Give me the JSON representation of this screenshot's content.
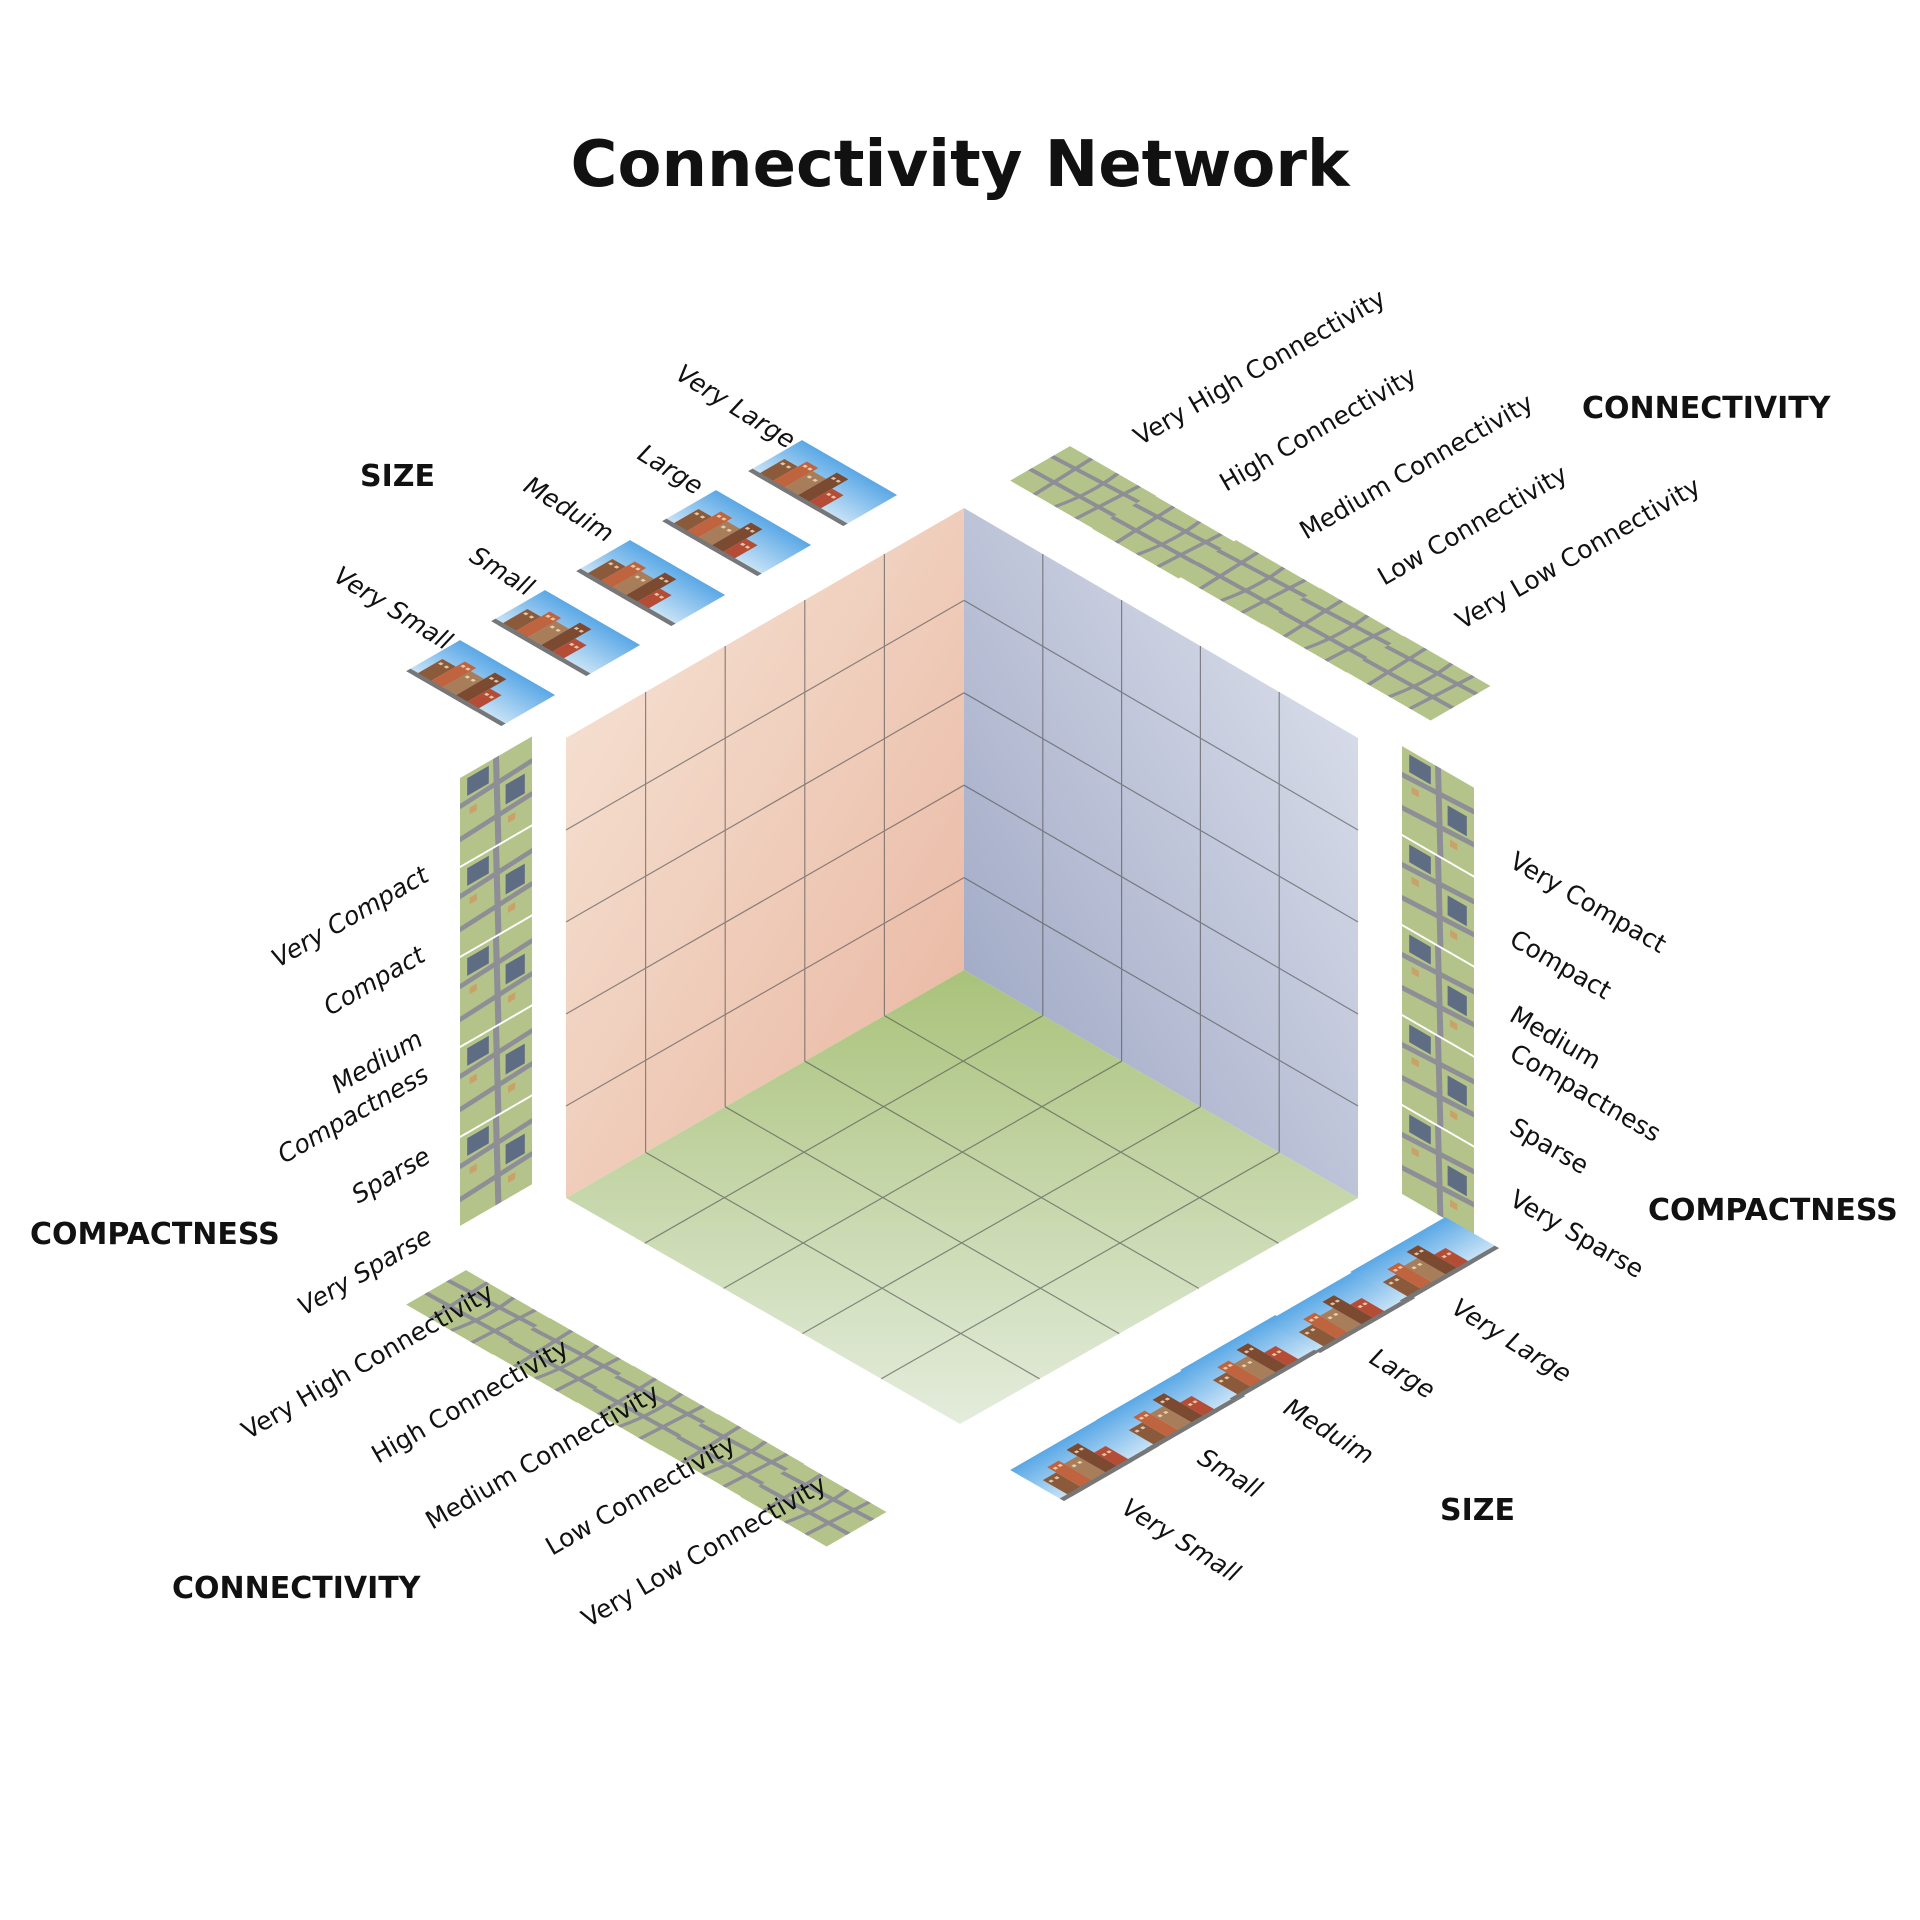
{
  "title": "Connectivity Network",
  "axes": {
    "size_top": "SIZE",
    "connectivity_top": "CONNECTIVITY",
    "compactness_left": "COMPACTNESS",
    "compactness_right": "COMPACTNESS",
    "connectivity_bottom": "CONNECTIVITY",
    "size_bottom": "SIZE"
  },
  "size_levels": [
    "Very Small",
    "Small",
    "Meduim",
    "Large",
    "Very Large"
  ],
  "connectivity_levels": [
    "Very High Connectivity",
    "High Connectivity",
    "Medium Connectivity",
    "Low Connectivity",
    "Very Low Connectivity"
  ],
  "compactness_levels": [
    "Very Compact",
    "Compact",
    "Medium",
    "Compactness",
    "Sparse",
    "Very Sparse"
  ],
  "colors": {
    "left_face": "#f1c9b4",
    "right_face": "#a9b1cc",
    "floor": "#b9cd93",
    "tile_green": "#b3c389",
    "road": "#8d8e96",
    "sky": "#8cc3ea"
  },
  "icons": {
    "size_tile": "city-skyline-icon",
    "connectivity_tile": "street-network-icon",
    "compactness_tile": "building-block-icon"
  }
}
